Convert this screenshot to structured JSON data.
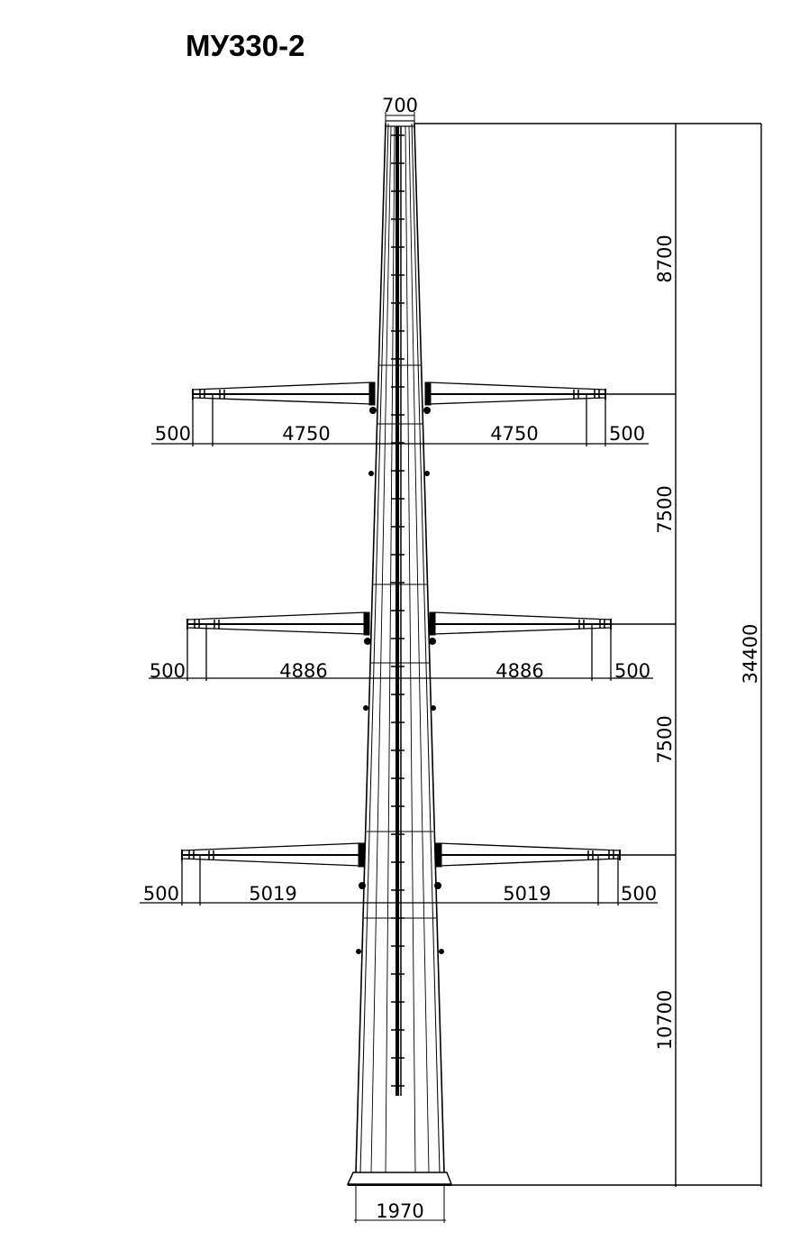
{
  "title": "МУ330-2",
  "units": "mm",
  "colors": {
    "line": "#000000",
    "background": "#ffffff"
  },
  "top_width": "700",
  "base_width": "1970",
  "total_height": "34400",
  "vertical_segments": [
    "8700",
    "7500",
    "7500",
    "10700"
  ],
  "crossarms": [
    {
      "level": 1,
      "left_tip": "500",
      "left_span": "4750",
      "right_span": "4750",
      "right_tip": "500"
    },
    {
      "level": 2,
      "left_tip": "500",
      "left_span": "4886",
      "right_span": "4886",
      "right_tip": "500"
    },
    {
      "level": 3,
      "left_tip": "500",
      "left_span": "5019",
      "right_span": "5019",
      "right_tip": "500"
    }
  ]
}
